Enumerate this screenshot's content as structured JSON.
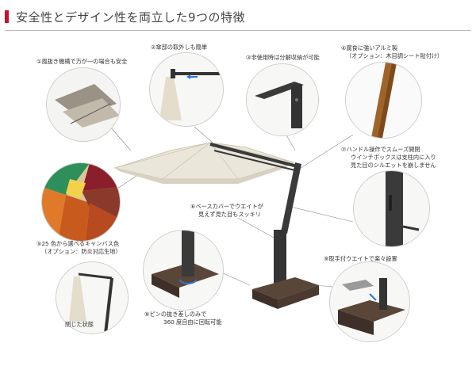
{
  "title": "安全性とデザイン性を両立した9つの特徴",
  "features": {
    "f1": "①風抜き機構で万が一の場合も安全",
    "f2": "②傘部の取外しも簡単",
    "f3": "③非使用時は分解収納が可能",
    "f4_line1": "④腐食に強いアルミ製",
    "f4_line2": "（オプション：木目調シート貼付け）",
    "f5_line1": "⑤25 色から選べるキャンバス色",
    "f5_line2": "（オプション：防炎対応生地）",
    "f5_closed": "閉じた状態",
    "f6_line1": "⑥ベースカバーでウエイトが",
    "f6_line2": "見えず見た目もスッキリ",
    "f7_line1": "⑦ハンドル操作でスムーズ開閉",
    "f7_line2": "ウインチボックスは支柱内に入り",
    "f7_line3": "見た目のシルエットを崩しません",
    "f8_line1": "⑧ピンの抜き差しのみで",
    "f8_line2": "360 度自由に回転可能",
    "f9": "⑨取手付ウエイトで楽々設置"
  },
  "colors": {
    "accent": "#c8102e",
    "canvas": "#e9e4d8",
    "frame": "#3a3a3a",
    "base": "#4a3a30",
    "wood": "#a0642a"
  }
}
